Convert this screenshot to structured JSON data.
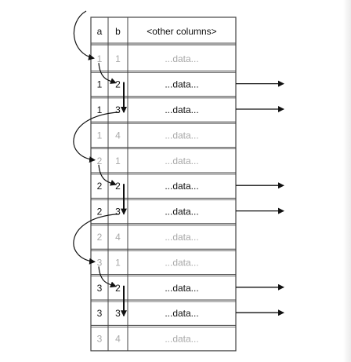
{
  "headers": [
    "a",
    "b",
    "<other columns>"
  ],
  "rows": [
    {
      "a": "1",
      "b": "1",
      "data": "...data...",
      "faded": true
    },
    {
      "a": "1",
      "b": "2",
      "data": "...data...",
      "faded": false
    },
    {
      "a": "1",
      "b": "3",
      "data": "...data...",
      "faded": false
    },
    {
      "a": "1",
      "b": "4",
      "data": "...data...",
      "faded": true
    },
    {
      "a": "2",
      "b": "1",
      "data": "...data...",
      "faded": true
    },
    {
      "a": "2",
      "b": "2",
      "data": "...data...",
      "faded": false
    },
    {
      "a": "2",
      "b": "3",
      "data": "...data...",
      "faded": false
    },
    {
      "a": "2",
      "b": "4",
      "data": "...data...",
      "faded": true
    },
    {
      "a": "3",
      "b": "1",
      "data": "...data...",
      "faded": true
    },
    {
      "a": "3",
      "b": "2",
      "data": "...data...",
      "faded": false
    },
    {
      "a": "3",
      "b": "3",
      "data": "...data...",
      "faded": false
    },
    {
      "a": "3",
      "b": "4",
      "data": "...data...",
      "faded": true
    }
  ],
  "colors": {
    "line": "#111111",
    "faded_text": "#a8a8a8",
    "grid": "#444444"
  }
}
